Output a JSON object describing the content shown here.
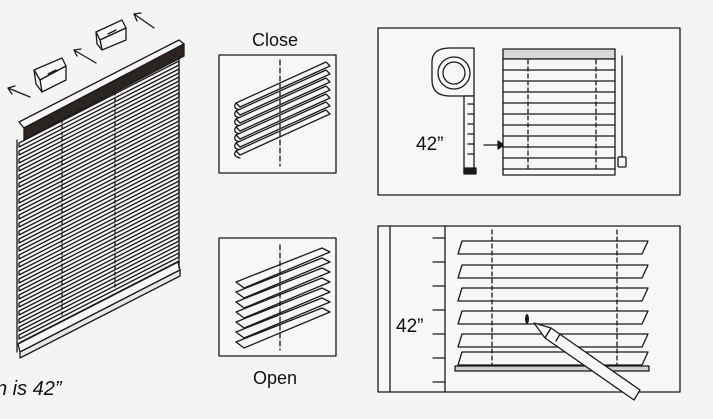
{
  "labels": {
    "close": "Close",
    "open": "Open",
    "measure_top": "42”",
    "measure_bottom": "42”",
    "caption": "n is 42”"
  },
  "colors": {
    "line": "#1a1a1a",
    "frame": "#f7f7f7",
    "headrail": "#2b2420",
    "sill": "#cfcfcf",
    "background": "#f4f4f4"
  },
  "icons": [
    "mounting-bracket-icon",
    "arrow-icon",
    "pencil-icon",
    "tape-measure-icon",
    "pull-cord-icon"
  ]
}
